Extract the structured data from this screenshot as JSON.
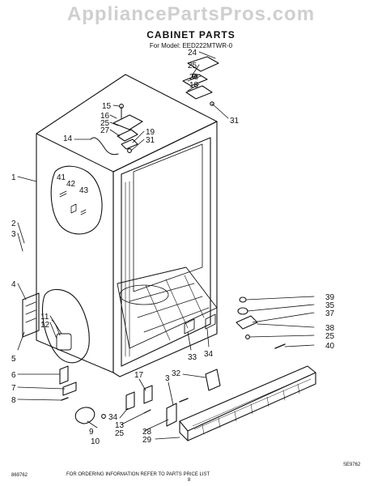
{
  "header": {
    "watermark": "AppliancePartsPros.com",
    "title": "CABINET PARTS",
    "subtitle": "For Model: EED222MTWR-0"
  },
  "footer": {
    "ordering_note": "FOR ORDERING INFORMATION REFER TO PARTS PRICE LIST",
    "bottom_code": "869762",
    "diagram_code": "SE9762",
    "page_number": "8"
  },
  "callouts": [
    {
      "id": "c24",
      "text": "24"
    },
    {
      "id": "c25a",
      "text": "25"
    },
    {
      "id": "c26",
      "text": "26"
    },
    {
      "id": "c18",
      "text": "18"
    },
    {
      "id": "c31a",
      "text": "31"
    },
    {
      "id": "c15",
      "text": "15"
    },
    {
      "id": "c16",
      "text": "16"
    },
    {
      "id": "c25b",
      "text": "25"
    },
    {
      "id": "c27",
      "text": "27"
    },
    {
      "id": "c19",
      "text": "19"
    },
    {
      "id": "c31b",
      "text": "31"
    },
    {
      "id": "c14",
      "text": "14"
    },
    {
      "id": "c1",
      "text": "1"
    },
    {
      "id": "c41",
      "text": "41"
    },
    {
      "id": "c42",
      "text": "42"
    },
    {
      "id": "c43",
      "text": "43"
    },
    {
      "id": "c2",
      "text": "2"
    },
    {
      "id": "c3a",
      "text": "3"
    },
    {
      "id": "c4",
      "text": "4"
    },
    {
      "id": "c11",
      "text": "11"
    },
    {
      "id": "c12",
      "text": "12"
    },
    {
      "id": "c5",
      "text": "5"
    },
    {
      "id": "c6",
      "text": "6"
    },
    {
      "id": "c7",
      "text": "7"
    },
    {
      "id": "c8",
      "text": "8"
    },
    {
      "id": "c9",
      "text": "9"
    },
    {
      "id": "c10",
      "text": "10"
    },
    {
      "id": "c17",
      "text": "17"
    },
    {
      "id": "c3b",
      "text": "3"
    },
    {
      "id": "c34a",
      "text": "34"
    },
    {
      "id": "c13",
      "text": "13"
    },
    {
      "id": "c25c",
      "text": "25"
    },
    {
      "id": "c28",
      "text": "28"
    },
    {
      "id": "c29",
      "text": "29"
    },
    {
      "id": "c32",
      "text": "32"
    },
    {
      "id": "c33",
      "text": "33"
    },
    {
      "id": "c34b",
      "text": "34"
    },
    {
      "id": "c39",
      "text": "39"
    },
    {
      "id": "c35",
      "text": "35"
    },
    {
      "id": "c37",
      "text": "37"
    },
    {
      "id": "c38",
      "text": "38"
    },
    {
      "id": "c25d",
      "text": "25"
    },
    {
      "id": "c40",
      "text": "40"
    }
  ]
}
